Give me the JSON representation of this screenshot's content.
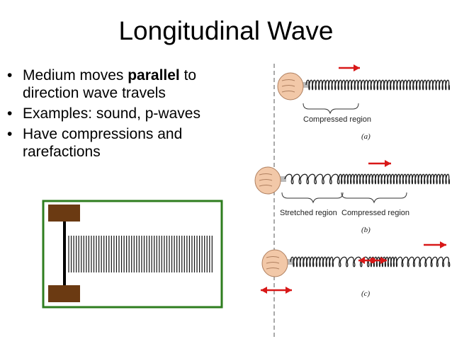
{
  "slide": {
    "title": "Longitudinal Wave",
    "bullets": [
      {
        "before": "Medium moves ",
        "bold": "parallel",
        "after": " to direction wave travels"
      },
      {
        "before": "Examples: sound, p-waves",
        "bold": "",
        "after": ""
      },
      {
        "before": "Have compressions and rarefactions",
        "bold": "",
        "after": ""
      }
    ]
  },
  "figure": {
    "panel_a": {
      "label": "Compressed region",
      "sub": "(a)"
    },
    "panel_b": {
      "label_left": "Stretched region",
      "label_right": "Compressed region",
      "sub": "(b)"
    },
    "panel_c": {
      "sub": "(c)"
    },
    "colors": {
      "arrow": "#d81818",
      "frame": "#2e7d1e",
      "block": "#6b3a12",
      "skin": "#f2c8a8"
    }
  }
}
